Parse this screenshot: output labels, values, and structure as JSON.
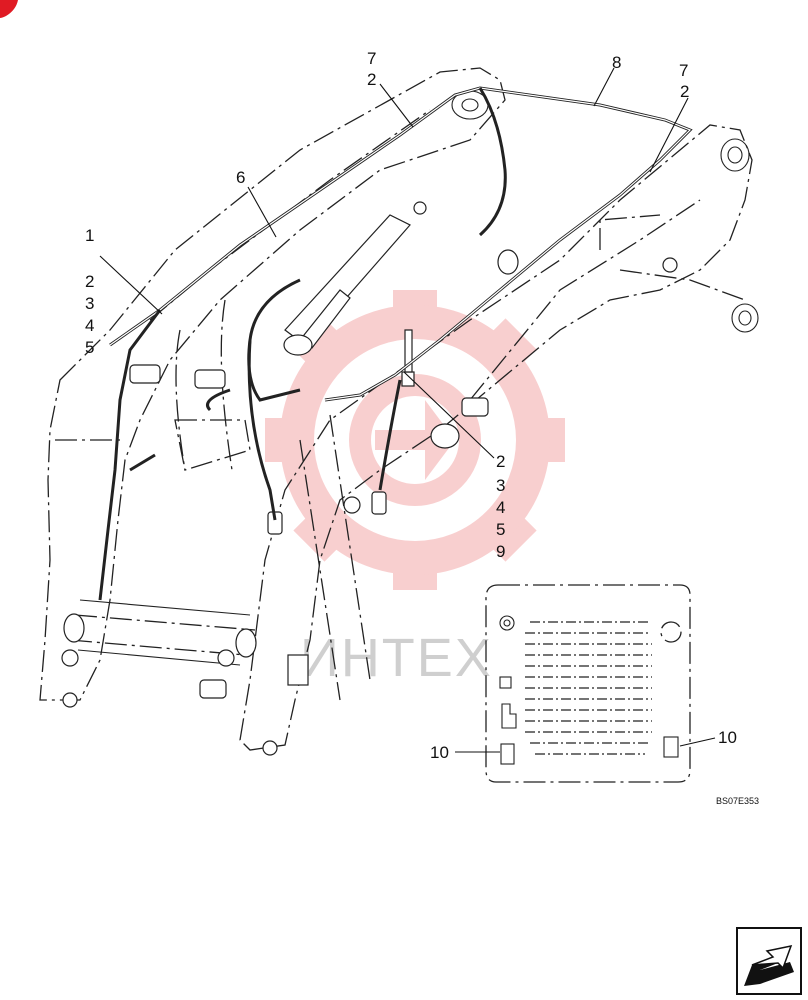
{
  "diagram": {
    "callouts": {
      "c7a": "7",
      "c2a": "2",
      "c8": "8",
      "c7b": "7",
      "c2b": "2",
      "c6": "6",
      "c1": "1",
      "c2c": "2",
      "c3a": "3",
      "c4a": "4",
      "c5a": "5",
      "c2d": "2",
      "c3b": "3",
      "c4b": "4",
      "c5b": "5",
      "c9": "9",
      "c10a": "10",
      "c10b": "10"
    },
    "drawing_code": "BS07E353",
    "watermark": "ИНТЕХ",
    "colors": {
      "watermark_red": "#f4a8a8",
      "corner_mark": "#e01b24",
      "line": "#222222"
    },
    "icons": [
      "corner-mark-icon",
      "watermark-gear-icon",
      "next-page-arrow-icon"
    ]
  }
}
